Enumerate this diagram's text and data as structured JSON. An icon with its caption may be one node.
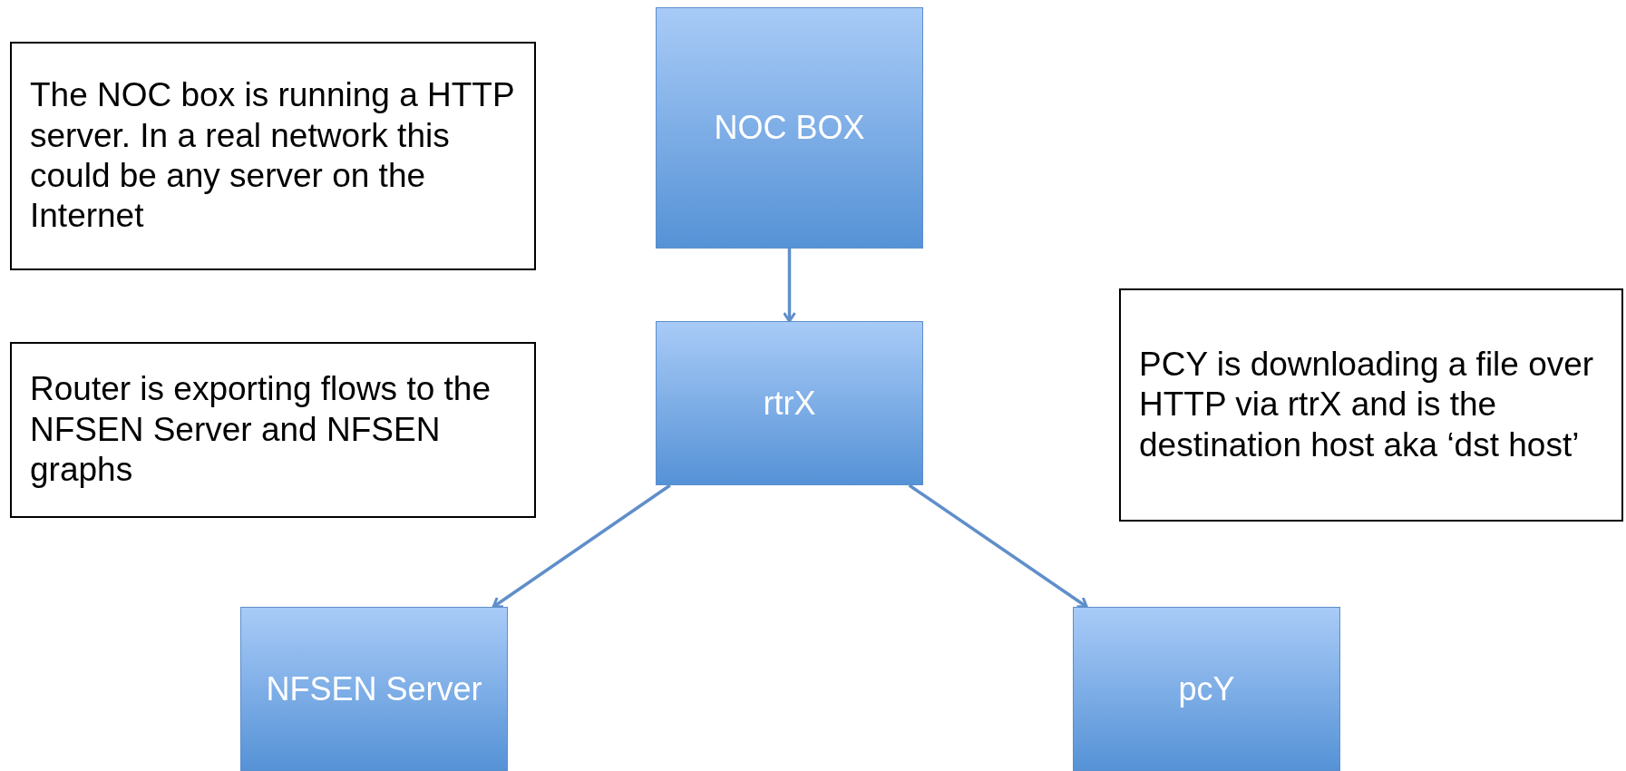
{
  "diagram": {
    "nodes": [
      {
        "text": [
          "The NOC box is running a HTTP server. In a real network this could be any server on the Internet"
        ]
      },
      {
        "text": [
          "NOC BOX"
        ]
      },
      {
        "text": [
          "Router is exporting flows to the NFSEN Server and NFSEN graphs"
        ]
      },
      {
        "text": [
          "rtrX"
        ]
      },
      {
        "text": [
          "PCY is downloading a file over HTTP via rtrX and is the destination host aka ‘dst host’"
        ]
      },
      {
        "text": [
          "NFSEN Server"
        ]
      },
      {
        "text": [
          "pcY"
        ]
      }
    ],
    "edges": [
      {
        "from": 1,
        "to": 3,
        "arrow": "to"
      },
      {
        "from": 3,
        "to": 5,
        "arrow": "to"
      },
      {
        "from": 3,
        "to": 6,
        "arrow": "to"
      }
    ]
  }
}
